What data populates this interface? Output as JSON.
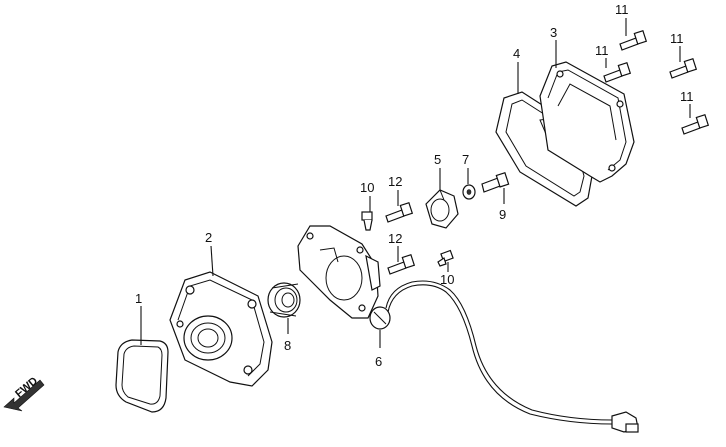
{
  "callouts": [
    {
      "id": "1",
      "text": "1"
    },
    {
      "id": "2",
      "text": "2"
    },
    {
      "id": "3",
      "text": "3"
    },
    {
      "id": "4",
      "text": "4"
    },
    {
      "id": "5",
      "text": "5"
    },
    {
      "id": "6",
      "text": "6"
    },
    {
      "id": "7",
      "text": "7"
    },
    {
      "id": "8",
      "text": "8"
    },
    {
      "id": "9",
      "text": "9"
    },
    {
      "id": "10a",
      "text": "10"
    },
    {
      "id": "10b",
      "text": "10"
    },
    {
      "id": "11a",
      "text": "11"
    },
    {
      "id": "11b",
      "text": "11"
    },
    {
      "id": "11c",
      "text": "11"
    },
    {
      "id": "11d",
      "text": "11"
    },
    {
      "id": "12a",
      "text": "12"
    },
    {
      "id": "12b",
      "text": "12"
    }
  ],
  "fwd_label": "FWD"
}
